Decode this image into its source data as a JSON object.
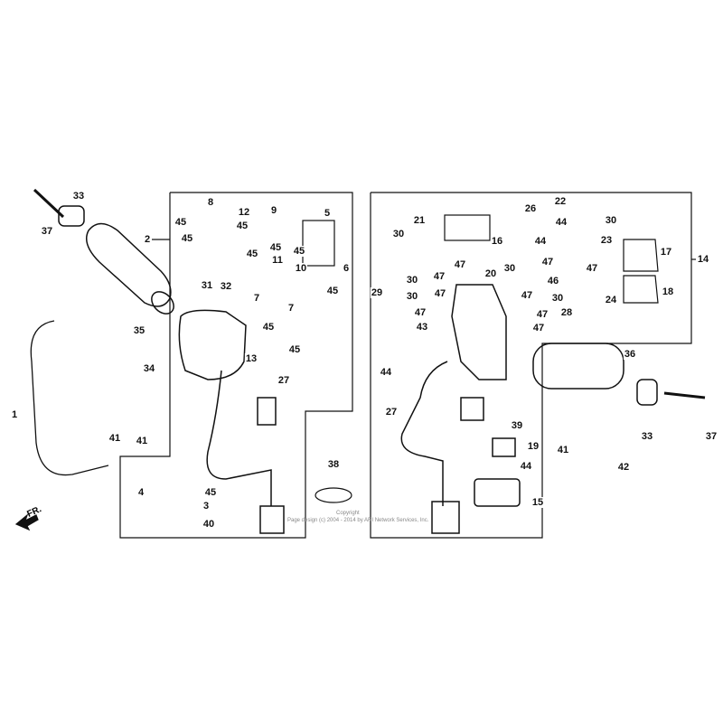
{
  "diagram": {
    "callouts_left": [
      "37",
      "33",
      "2",
      "8",
      "45",
      "45",
      "12",
      "45",
      "9",
      "5",
      "45",
      "45",
      "45",
      "11",
      "10",
      "6",
      "31",
      "32",
      "7",
      "7",
      "45",
      "35",
      "34",
      "13",
      "45",
      "45",
      "27",
      "1",
      "41",
      "41",
      "4",
      "45",
      "3",
      "40",
      "38"
    ],
    "callouts_right": [
      "22",
      "26",
      "44",
      "30",
      "21",
      "16",
      "30",
      "44",
      "23",
      "17",
      "14",
      "47",
      "20",
      "30",
      "47",
      "47",
      "30",
      "47",
      "46",
      "18",
      "29",
      "30",
      "47",
      "47",
      "30",
      "24",
      "47",
      "47",
      "28",
      "43",
      "47",
      "36",
      "44",
      "27",
      "39",
      "19",
      "33",
      "37",
      "41",
      "42",
      "44",
      "15"
    ],
    "direction_label": "FR.",
    "watermark": [
      "Copyright",
      "Page design (c) 2004 - 2014 by ARI Network Services, Inc."
    ]
  }
}
